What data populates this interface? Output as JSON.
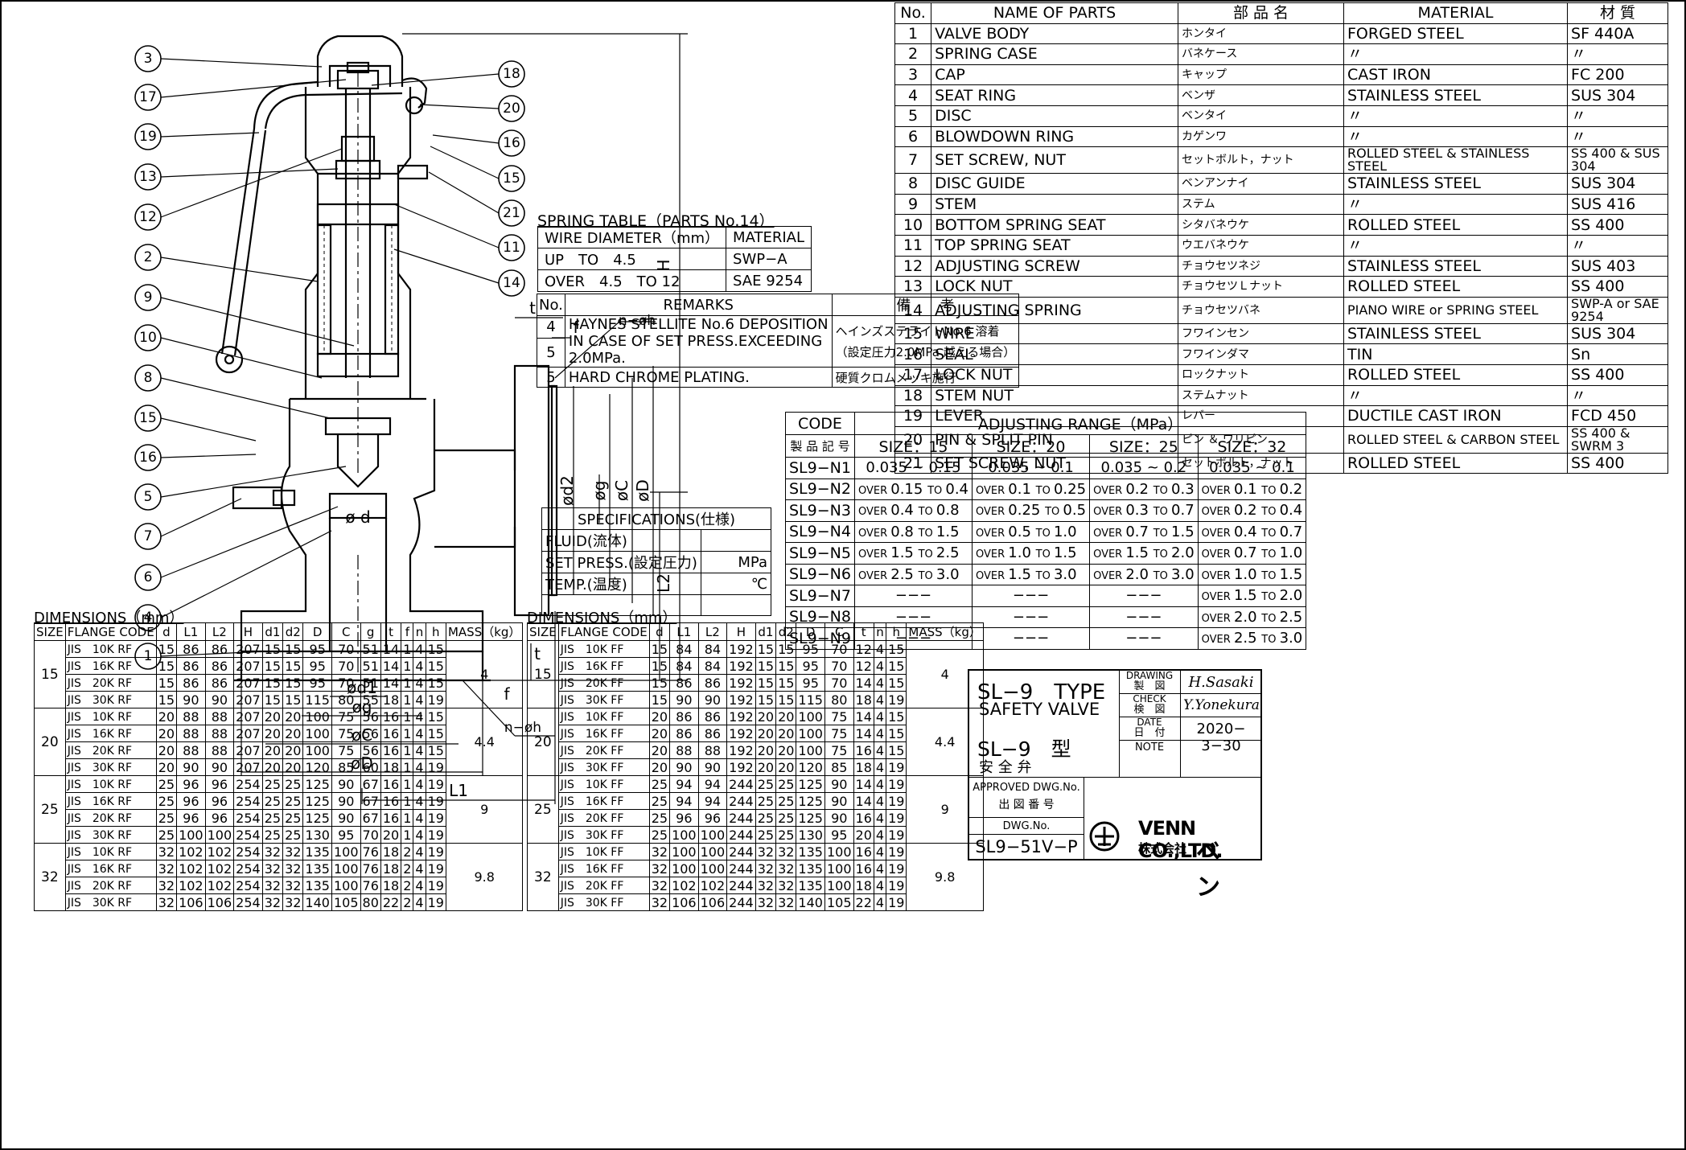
{
  "parts_table": {
    "headers": [
      "No.",
      "NAME OF PARTS",
      "部 品 名",
      "MATERIAL",
      "材 質"
    ],
    "rows": [
      [
        "1",
        "VALVE BODY",
        "ホンタイ",
        "FORGED STEEL",
        "SF 440A"
      ],
      [
        "2",
        "SPRING CASE",
        "バネケース",
        "〃",
        "〃"
      ],
      [
        "3",
        "CAP",
        "キャップ",
        "CAST IRON",
        "FC 200"
      ],
      [
        "4",
        "SEAT RING",
        "ベンザ",
        "STAINLESS STEEL",
        "SUS 304"
      ],
      [
        "5",
        "DISC",
        "ベンタイ",
        "〃",
        "〃"
      ],
      [
        "6",
        "BLOWDOWN RING",
        "カゲンワ",
        "〃",
        "〃"
      ],
      [
        "7",
        "SET SCREW, NUT",
        "セットボルト，ナット",
        "ROLLED STEEL & STAINLESS STEEL",
        "SS 400 & SUS 304"
      ],
      [
        "8",
        "DISC GUIDE",
        "ベンアンナイ",
        "STAINLESS STEEL",
        "SUS 304"
      ],
      [
        "9",
        "STEM",
        "ステム",
        "〃",
        "SUS 416"
      ],
      [
        "10",
        "BOTTOM SPRING SEAT",
        "シタバネウケ",
        "ROLLED STEEL",
        "SS 400"
      ],
      [
        "11",
        "TOP SPRING SEAT",
        "ウエバネウケ",
        "〃",
        "〃"
      ],
      [
        "12",
        "ADJUSTING SCREW",
        "チョウセツネジ",
        "STAINLESS STEEL",
        "SUS 403"
      ],
      [
        "13",
        "LOCK NUT",
        "チョウセツＬナット",
        "ROLLED STEEL",
        "SS 400"
      ],
      [
        "14",
        "ADJUSTING SPRING",
        "チョウセツバネ",
        "PIANO WIRE or SPRING STEEL",
        "SWP-A or SAE 9254"
      ],
      [
        "15",
        "WIRE",
        "フワインセン",
        "STAINLESS STEEL",
        "SUS 304"
      ],
      [
        "16",
        "SEAL",
        "フワインダマ",
        "TIN",
        "Sn"
      ],
      [
        "17",
        "LOCK NUT",
        "ロックナット",
        "ROLLED STEEL",
        "SS 400"
      ],
      [
        "18",
        "STEM NUT",
        "ステムナット",
        "〃",
        "〃"
      ],
      [
        "19",
        "LEVER",
        "レバー",
        "DUCTILE CAST IRON",
        "FCD 450"
      ],
      [
        "20",
        "PIN & SPLIT PIN",
        "ピン ＆ ワリピン",
        "ROLLED STEEL & CARBON STEEL",
        "SS 400 & SWRM 3"
      ],
      [
        "21",
        "SET SCREW, NUT",
        "セットボルト，ナット",
        "ROLLED STEEL",
        "SS 400"
      ]
    ]
  },
  "spring_table": {
    "title": "SPRING TABLE（PARTS No.14）",
    "headers": [
      "WIRE DIAMETER（mm）",
      "MATERIAL"
    ],
    "rows": [
      [
        "UP　TO　4.5",
        "SWP−A"
      ],
      [
        "OVER　4.5　TO 12",
        "SAE 9254"
      ]
    ]
  },
  "remarks_table": {
    "headers": [
      "No.",
      "REMARKS",
      "備　　考"
    ],
    "rows": [
      [
        "4",
        "HAYNES STELLITE No.6 DEPOSITION IN CASE OF SET PRESS.EXCEEDING 2.0MPa.",
        "ヘインズステライトNo.6 溶着 （設定圧力2.0MPa 越える場合）"
      ],
      [
        "5",
        "",
        ""
      ],
      [
        "5",
        "HARD CHROME PLATING.",
        "硬質クロムメッキ施行"
      ]
    ],
    "row1_no": "4",
    "row1_line1": "HAYNES STELLITE No.6 DEPOSITION",
    "row1_line2": "IN CASE OF SET PRESS.EXCEEDING",
    "row1_line3": "2.0MPa.",
    "row1_jp1": "ヘインズステライトNo.6 溶着",
    "row1_jp2": "（設定圧力2.0MPa 越える場合）",
    "row2_no": "5",
    "row3_no": "5",
    "row3_text": "HARD CHROME PLATING.",
    "row3_jp": "硬質クロムメッキ施行"
  },
  "specifications": {
    "title": "SPECIFICATIONS(仕様)",
    "rows": [
      [
        "FLUID(流体)",
        ""
      ],
      [
        "SET PRESS.(設定圧力)",
        "MPa"
      ],
      [
        "TEMP.(温度)",
        "℃"
      ],
      [
        "",
        ""
      ]
    ]
  },
  "adjusting_range": {
    "code_label": "CODE",
    "code_label_jp": "製 品 記 号",
    "title": "ADJUSTING RANGE（MPa）",
    "sizes": [
      "SIZE：15",
      "SIZE：20",
      "SIZE：25",
      "SIZE：32"
    ],
    "rows": [
      [
        "SL9−N1",
        "0.035 ~ 0.15",
        "0.035 ~ 0.1",
        "0.035 ~ 0.2",
        "0.035 ~ 0.1"
      ],
      [
        "SL9−N2",
        "0.15|0.4",
        "0.1|0.25",
        "0.2|0.3",
        "0.1|0.2"
      ],
      [
        "SL9−N3",
        "0.4|0.8",
        "0.25|0.5",
        "0.3|0.7",
        "0.2|0.4"
      ],
      [
        "SL9−N4",
        "0.8|1.5",
        "0.5|1.0",
        "0.7|1.5",
        "0.4|0.7"
      ],
      [
        "SL9−N5",
        "1.5|2.5",
        "1.0|1.5",
        "1.5|2.0",
        "0.7|1.0"
      ],
      [
        "SL9−N6",
        "2.5|3.0",
        "1.5|3.0",
        "2.0|3.0",
        "1.0|1.5"
      ],
      [
        "SL9−N7",
        "−−−",
        "−−−",
        "−−−",
        "1.5|2.0"
      ],
      [
        "SL9−N8",
        "−−−",
        "−−−",
        "−−−",
        "2.0|2.5"
      ],
      [
        "SL9−N9",
        "−−−",
        "−−−",
        "−−−",
        "2.5|3.0"
      ]
    ],
    "over_word": "OVER",
    "to_word": "TO"
  },
  "dims_left": {
    "title": "DIMENSIONS（mm）",
    "headers": [
      "SIZE",
      "FLANGE CODE",
      "d",
      "L1",
      "L2",
      "H",
      "d1",
      "d2",
      "D",
      "C",
      "g",
      "t",
      "f",
      "n",
      "h",
      "MASS（kg）"
    ],
    "groups": [
      {
        "size": "15",
        "mass": "4",
        "rows": [
          [
            "JIS　10K RF",
            "15",
            "86",
            "86",
            "207",
            "15",
            "15",
            "95",
            "70",
            "51",
            "14",
            "1",
            "4",
            "15"
          ],
          [
            "JIS　16K RF",
            "15",
            "86",
            "86",
            "207",
            "15",
            "15",
            "95",
            "70",
            "51",
            "14",
            "1",
            "4",
            "15"
          ],
          [
            "JIS　20K RF",
            "15",
            "86",
            "86",
            "207",
            "15",
            "15",
            "95",
            "70",
            "51",
            "14",
            "1",
            "4",
            "15"
          ],
          [
            "JIS　30K RF",
            "15",
            "90",
            "90",
            "207",
            "15",
            "15",
            "115",
            "80",
            "55",
            "18",
            "1",
            "4",
            "19"
          ]
        ]
      },
      {
        "size": "20",
        "mass": "4.4",
        "rows": [
          [
            "JIS　10K RF",
            "20",
            "88",
            "88",
            "207",
            "20",
            "20",
            "100",
            "75",
            "56",
            "16",
            "1",
            "4",
            "15"
          ],
          [
            "JIS　16K RF",
            "20",
            "88",
            "88",
            "207",
            "20",
            "20",
            "100",
            "75",
            "56",
            "16",
            "1",
            "4",
            "15"
          ],
          [
            "JIS　20K RF",
            "20",
            "88",
            "88",
            "207",
            "20",
            "20",
            "100",
            "75",
            "56",
            "16",
            "1",
            "4",
            "15"
          ],
          [
            "JIS　30K RF",
            "20",
            "90",
            "90",
            "207",
            "20",
            "20",
            "120",
            "85",
            "60",
            "18",
            "1",
            "4",
            "19"
          ]
        ]
      },
      {
        "size": "25",
        "mass": "9",
        "rows": [
          [
            "JIS　10K RF",
            "25",
            "96",
            "96",
            "254",
            "25",
            "25",
            "125",
            "90",
            "67",
            "16",
            "1",
            "4",
            "19"
          ],
          [
            "JIS　16K RF",
            "25",
            "96",
            "96",
            "254",
            "25",
            "25",
            "125",
            "90",
            "67",
            "16",
            "1",
            "4",
            "19"
          ],
          [
            "JIS　20K RF",
            "25",
            "96",
            "96",
            "254",
            "25",
            "25",
            "125",
            "90",
            "67",
            "16",
            "1",
            "4",
            "19"
          ],
          [
            "JIS　30K RF",
            "25",
            "100",
            "100",
            "254",
            "25",
            "25",
            "130",
            "95",
            "70",
            "20",
            "1",
            "4",
            "19"
          ]
        ]
      },
      {
        "size": "32",
        "mass": "9.8",
        "rows": [
          [
            "JIS　10K RF",
            "32",
            "102",
            "102",
            "254",
            "32",
            "32",
            "135",
            "100",
            "76",
            "18",
            "2",
            "4",
            "19"
          ],
          [
            "JIS　16K RF",
            "32",
            "102",
            "102",
            "254",
            "32",
            "32",
            "135",
            "100",
            "76",
            "18",
            "2",
            "4",
            "19"
          ],
          [
            "JIS　20K RF",
            "32",
            "102",
            "102",
            "254",
            "32",
            "32",
            "135",
            "100",
            "76",
            "18",
            "2",
            "4",
            "19"
          ],
          [
            "JIS　30K RF",
            "32",
            "106",
            "106",
            "254",
            "32",
            "32",
            "140",
            "105",
            "80",
            "22",
            "2",
            "4",
            "19"
          ]
        ]
      }
    ]
  },
  "dims_right": {
    "title": "DIMENSIONS（mm）",
    "headers": [
      "SIZE",
      "FLANGE CODE",
      "d",
      "L1",
      "L2",
      "H",
      "d1",
      "d2",
      "D",
      "C",
      "t",
      "n",
      "h",
      "MASS（kg）"
    ],
    "groups": [
      {
        "size": "15",
        "mass": "4",
        "rows": [
          [
            "JIS　10K FF",
            "15",
            "84",
            "84",
            "192",
            "15",
            "15",
            "95",
            "70",
            "12",
            "4",
            "15"
          ],
          [
            "JIS　16K FF",
            "15",
            "84",
            "84",
            "192",
            "15",
            "15",
            "95",
            "70",
            "12",
            "4",
            "15"
          ],
          [
            "JIS　20K FF",
            "15",
            "86",
            "86",
            "192",
            "15",
            "15",
            "95",
            "70",
            "14",
            "4",
            "15"
          ],
          [
            "JIS　30K FF",
            "15",
            "90",
            "90",
            "192",
            "15",
            "15",
            "115",
            "80",
            "18",
            "4",
            "19"
          ]
        ]
      },
      {
        "size": "20",
        "mass": "4.4",
        "rows": [
          [
            "JIS　10K FF",
            "20",
            "86",
            "86",
            "192",
            "20",
            "20",
            "100",
            "75",
            "14",
            "4",
            "15"
          ],
          [
            "JIS　16K FF",
            "20",
            "86",
            "86",
            "192",
            "20",
            "20",
            "100",
            "75",
            "14",
            "4",
            "15"
          ],
          [
            "JIS　20K FF",
            "20",
            "88",
            "88",
            "192",
            "20",
            "20",
            "100",
            "75",
            "16",
            "4",
            "15"
          ],
          [
            "JIS　30K FF",
            "20",
            "90",
            "90",
            "192",
            "20",
            "20",
            "120",
            "85",
            "18",
            "4",
            "19"
          ]
        ]
      },
      {
        "size": "25",
        "mass": "9",
        "rows": [
          [
            "JIS　10K FF",
            "25",
            "94",
            "94",
            "244",
            "25",
            "25",
            "125",
            "90",
            "14",
            "4",
            "19"
          ],
          [
            "JIS　16K FF",
            "25",
            "94",
            "94",
            "244",
            "25",
            "25",
            "125",
            "90",
            "14",
            "4",
            "19"
          ],
          [
            "JIS　20K FF",
            "25",
            "96",
            "96",
            "244",
            "25",
            "25",
            "125",
            "90",
            "16",
            "4",
            "19"
          ],
          [
            "JIS　30K FF",
            "25",
            "100",
            "100",
            "244",
            "25",
            "25",
            "130",
            "95",
            "20",
            "4",
            "19"
          ]
        ]
      },
      {
        "size": "32",
        "mass": "9.8",
        "rows": [
          [
            "JIS　10K FF",
            "32",
            "100",
            "100",
            "244",
            "32",
            "32",
            "135",
            "100",
            "16",
            "4",
            "19"
          ],
          [
            "JIS　16K FF",
            "32",
            "100",
            "100",
            "244",
            "32",
            "32",
            "135",
            "100",
            "16",
            "4",
            "19"
          ],
          [
            "JIS　20K FF",
            "32",
            "102",
            "102",
            "244",
            "32",
            "32",
            "135",
            "100",
            "18",
            "4",
            "19"
          ],
          [
            "JIS　30K FF",
            "32",
            "106",
            "106",
            "244",
            "32",
            "32",
            "140",
            "105",
            "22",
            "4",
            "19"
          ]
        ]
      }
    ]
  },
  "title_block": {
    "type_en_1": "SL−9　TYPE",
    "type_en_2": "SAFETY VALVE",
    "type_jp_1": "SL−9　型",
    "type_jp_2": "安 全 弁",
    "drawing_en": "DRAWING",
    "drawing_jp": "製　図",
    "drawing_by": "H.Sasaki",
    "check_en": "CHECK",
    "check_jp": "検　図",
    "check_by": "Y.Yonekura",
    "date_en": "DATE",
    "date_jp": "日　付",
    "date_val": "2020− 3−30",
    "note_label": "NOTE",
    "approved_en": "APPROVED DWG.No.",
    "approved_jp": "出 図 番 号",
    "dwg_label": "DWG.No.",
    "dwg_no": "SL9−51V−P",
    "company_en": "VENN CO.,LTD.",
    "company_jp": "株式会社",
    "company_logo_text": "ベン"
  },
  "drawing": {
    "balloons": [
      "3",
      "17",
      "19",
      "13",
      "12",
      "2",
      "9",
      "10",
      "8",
      "15",
      "16",
      "5",
      "7",
      "6",
      "4",
      "1",
      "18",
      "20",
      "16",
      "15",
      "21",
      "11",
      "14"
    ],
    "dim_labels": {
      "H": "H",
      "L2": "L2",
      "L1": "L1",
      "t_top": "t",
      "f_top": "f",
      "nh_top": "n−øh",
      "d2": "ød2",
      "g": "øg",
      "C": "øC",
      "D": "øD",
      "d": "ø d",
      "t_bot": "t",
      "f_bot": "f",
      "nh_bot": "n−øh",
      "d1_b": "ød1",
      "g_b": "øg",
      "C_b": "øC",
      "D_b": "øD"
    }
  }
}
